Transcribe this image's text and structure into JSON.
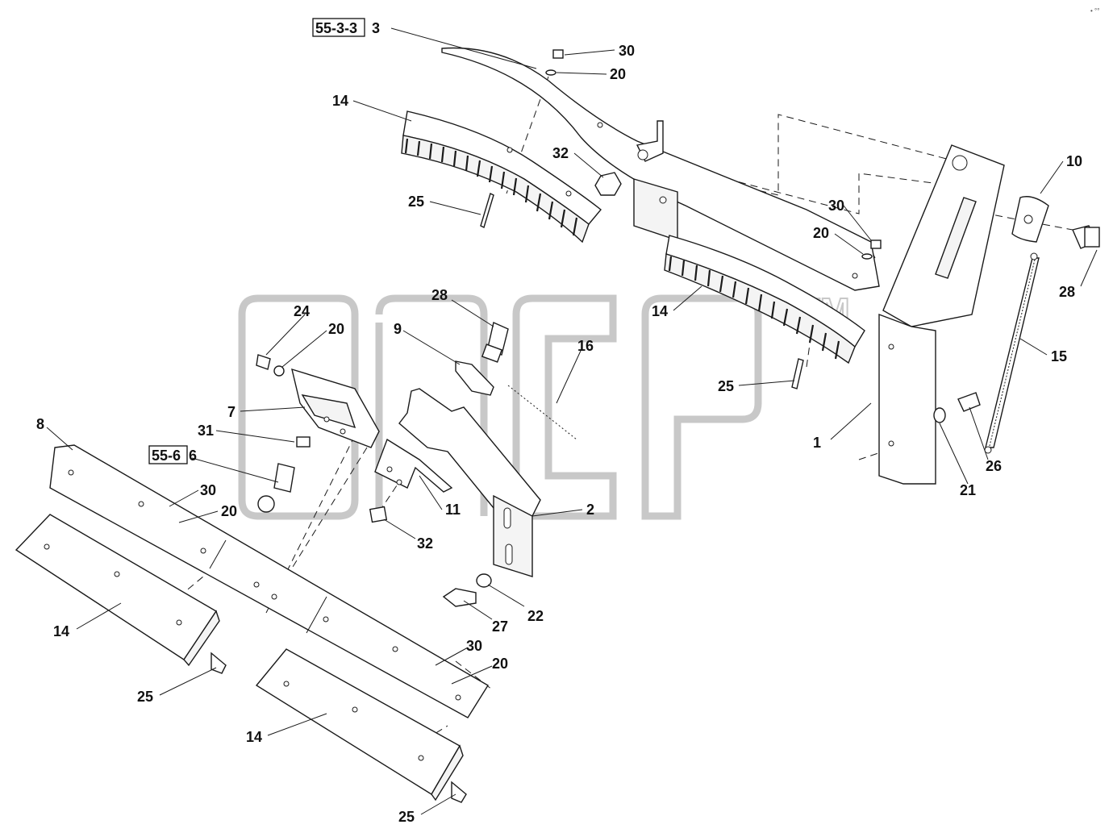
{
  "diagram": {
    "corner_mark": "• °°",
    "watermark": {
      "text": "ancp",
      "trademark": "TM"
    },
    "ref_boxes": [
      "55-3-3",
      "55-6"
    ],
    "part_labels": [
      "3",
      "30",
      "20",
      "14",
      "32",
      "25",
      "10",
      "30",
      "20",
      "28",
      "14",
      "15",
      "24",
      "20",
      "28",
      "9",
      "16",
      "25",
      "7",
      "31",
      "6",
      "8",
      "30",
      "20",
      "11",
      "32",
      "2",
      "1",
      "21",
      "26",
      "14",
      "22",
      "27",
      "30",
      "20",
      "25",
      "14",
      "25"
    ]
  }
}
